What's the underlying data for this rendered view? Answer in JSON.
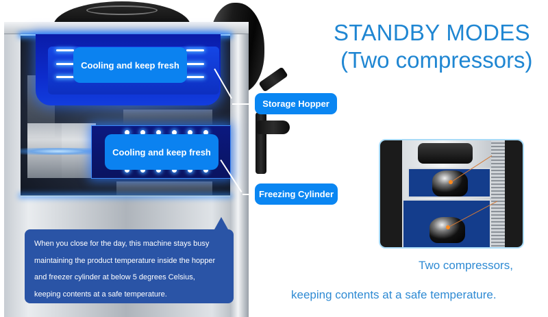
{
  "headline": {
    "title": "STANDBY MODES",
    "subtitle": "(Two compressors)"
  },
  "machine": {
    "hopper_label": "Cooling and keep fresh",
    "cylinder_label": "Cooling and keep fresh",
    "callouts": {
      "storage_hopper": "Storage Hopper",
      "freezing_cylinder": "Freezing Cylinder"
    }
  },
  "description": {
    "lines": [
      "When you close for the day, this machine stays busy",
      "maintaining the product temperature inside the hopper",
      "and freezer cylinder at below 5 degrees Celsius,",
      "keeping contents at a safe temperature."
    ]
  },
  "compressor_panel": {
    "caption_line1": "Two compressors,",
    "caption_line2": "keeping contents at a safe temperature."
  },
  "colors": {
    "accent_blue": "#1f86d2",
    "label_pill": "#0a86f2",
    "callout_box": "#2a54a6",
    "glow": "#2f8cff"
  }
}
